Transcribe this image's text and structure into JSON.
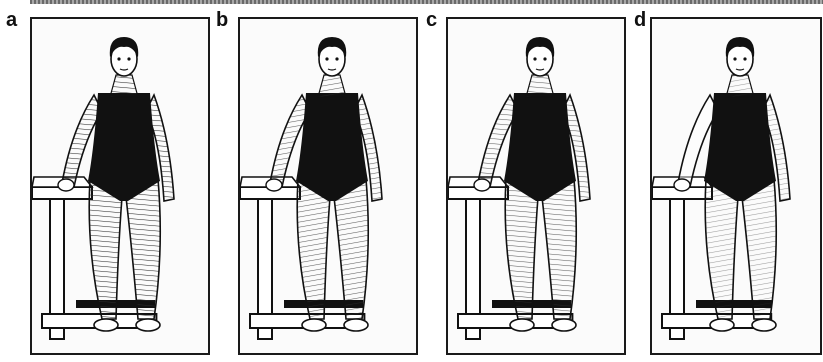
{
  "panels": [
    {
      "label": "a",
      "figure": "standing-figure-with-handrail"
    },
    {
      "label": "b",
      "figure": "standing-figure-with-handrail"
    },
    {
      "label": "c",
      "figure": "standing-figure-with-handrail"
    },
    {
      "label": "d",
      "figure": "standing-figure-with-handrail"
    }
  ],
  "colors": {
    "ink": "#111111",
    "paper": "#fbfbfb",
    "hatch": "#2a2a2a"
  }
}
